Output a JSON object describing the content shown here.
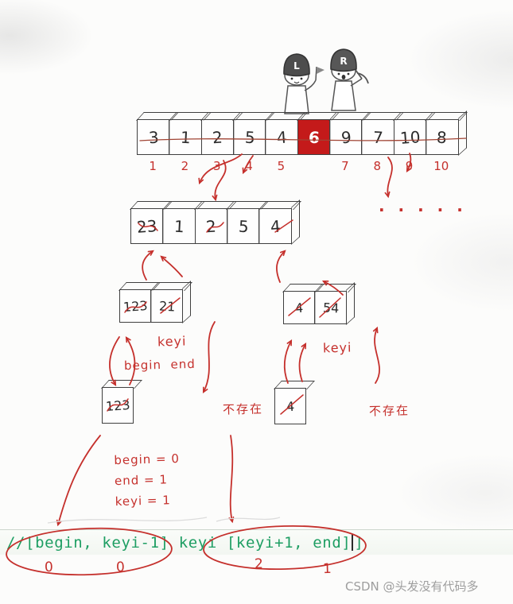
{
  "figures": {
    "left_label": "L",
    "right_label": "R"
  },
  "main_array": {
    "values": [
      "3",
      "1",
      "2",
      "5",
      "4",
      "6",
      "9",
      "7",
      "10",
      "8"
    ],
    "highlight_value": "6",
    "indices": [
      "1",
      "2",
      "3",
      "4",
      "5",
      "",
      "7",
      "8",
      "9",
      "10"
    ]
  },
  "second_array": {
    "values": [
      "23",
      "1",
      "2",
      "5",
      "4"
    ]
  },
  "pair_left": {
    "values": [
      "123",
      "21"
    ]
  },
  "pair_right": {
    "values": [
      "4",
      "54"
    ]
  },
  "single_left": {
    "value": "123"
  },
  "single_right": {
    "value": "4"
  },
  "labels": {
    "keyi_left": "keyi",
    "keyi_right": "keyi",
    "begin_end": "begin  end",
    "not_exist_left": "不存在",
    "not_exist_right": "不存在",
    "ellipsis_dots": "· · · · ·"
  },
  "assignments": [
    "begin = 0",
    "end = 1",
    "keyi = 1"
  ],
  "code": {
    "before_cursor": "//[begin, keyi-1] keyi [keyi+1, end]",
    "after_cursor": "]"
  },
  "code_numbers": [
    "0",
    "0",
    "2",
    "1"
  ],
  "watermark": "CSDN @头发没有代码多",
  "colors": {
    "annotation_red": "#c5302c",
    "highlight_red": "#c41a1a",
    "code_green": "#1e9e63",
    "ink": "#3f3f3f"
  }
}
